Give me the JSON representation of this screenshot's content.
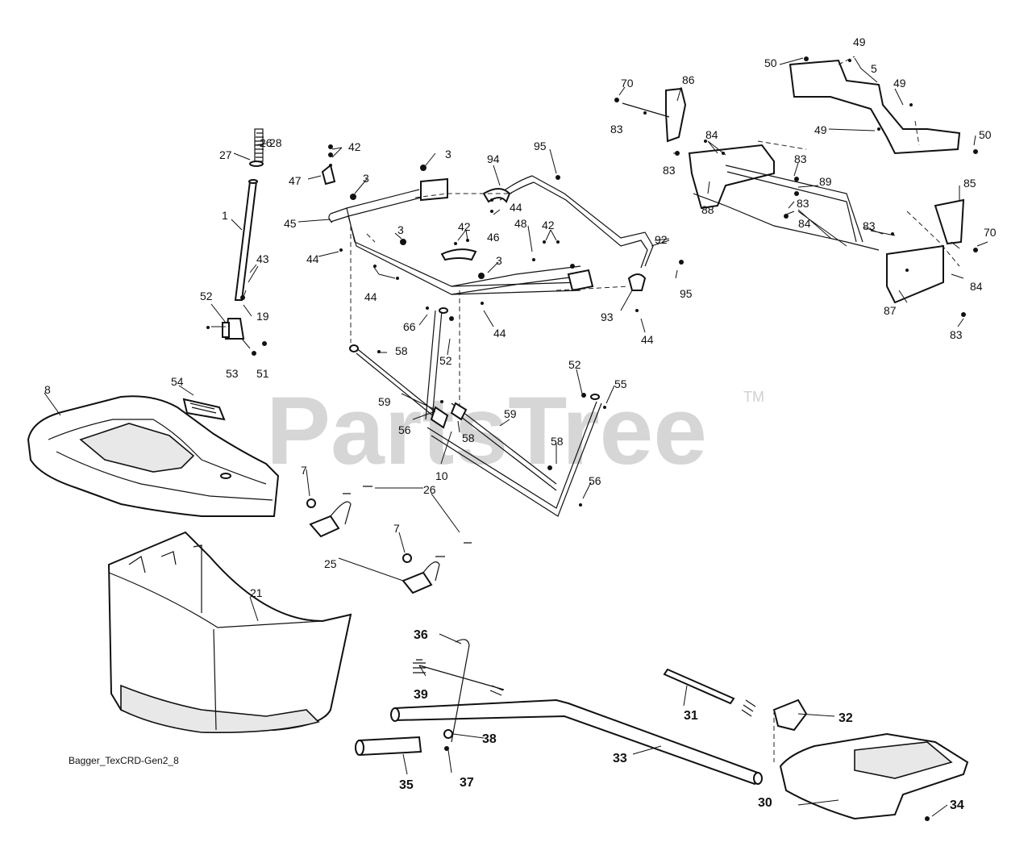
{
  "watermark": {
    "text": "PartsTree",
    "trademark": "TM"
  },
  "caption": "Bagger_TexCRD-Gen2_8",
  "callouts": [
    "1",
    "3",
    "3",
    "3",
    "3",
    "5",
    "7",
    "7",
    "8",
    "10",
    "19",
    "21",
    "25",
    "26",
    "26",
    "27",
    "28",
    "30",
    "31",
    "32",
    "33",
    "34",
    "35",
    "36",
    "37",
    "38",
    "39",
    "42",
    "42",
    "42",
    "43",
    "44",
    "44",
    "44",
    "44",
    "44",
    "45",
    "46",
    "47",
    "48",
    "49",
    "49",
    "49",
    "50",
    "50",
    "51",
    "52",
    "52",
    "52",
    "53",
    "54",
    "55",
    "56",
    "56",
    "58",
    "58",
    "58",
    "59",
    "59",
    "66",
    "70",
    "70",
    "83",
    "83",
    "83",
    "83",
    "83",
    "83",
    "84",
    "84",
    "84",
    "85",
    "86",
    "87",
    "88",
    "89",
    "92",
    "93",
    "94",
    "95",
    "95"
  ]
}
